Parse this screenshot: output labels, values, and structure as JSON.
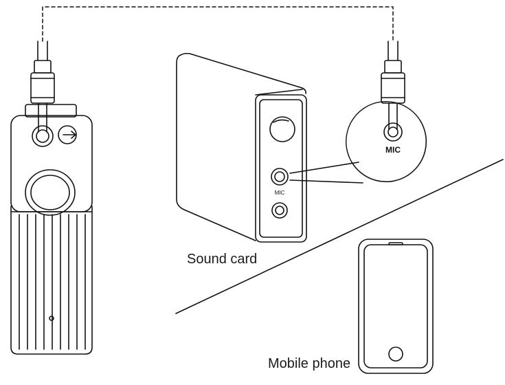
{
  "labels": {
    "sound_card": "Sound card",
    "mobile_phone": "Mobile phone",
    "mic_callout": "MIC",
    "mic_port": "MIC"
  },
  "colors": {
    "stroke": "#111111",
    "background": "#ffffff"
  },
  "icons": {
    "output_port": "output-arrow-icon"
  }
}
